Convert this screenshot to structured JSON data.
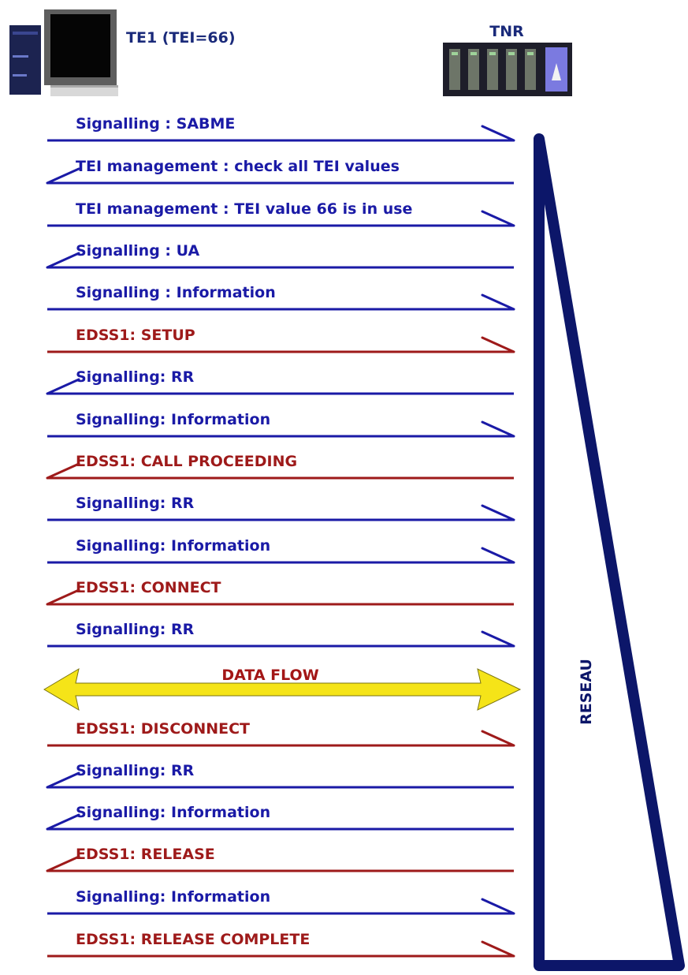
{
  "terminal": {
    "label": "TE1 (TEI=66)",
    "icon": "computer-icon"
  },
  "network_device": {
    "label": "TNR",
    "icon": "network-rack-icon"
  },
  "network_label": "RESEAU",
  "data_flow_label": "DATA FLOW",
  "colors": {
    "signalling": "#1a1aa6",
    "edss1": "#9e1a1a",
    "network": "#0c1669",
    "data_flow": "#f5e418",
    "data_flow_text": "#a31616",
    "title": "#1a2a7a"
  },
  "messages": [
    {
      "label": "Signalling : SABME",
      "direction": "to-network",
      "kind": "signalling"
    },
    {
      "label": "TEI management : check all TEI values",
      "direction": "to-terminal",
      "kind": "signalling"
    },
    {
      "label": "TEI management : TEI value 66 is in use",
      "direction": "to-network",
      "kind": "signalling"
    },
    {
      "label": "Signalling : UA",
      "direction": "to-terminal",
      "kind": "signalling"
    },
    {
      "label": "Signalling : Information",
      "direction": "to-network",
      "kind": "signalling"
    },
    {
      "label": "EDSS1: SETUP",
      "direction": "to-network",
      "kind": "edss1"
    },
    {
      "label": "Signalling: RR",
      "direction": "to-terminal",
      "kind": "signalling"
    },
    {
      "label": "Signalling: Information",
      "direction": "to-network",
      "kind": "signalling"
    },
    {
      "label": "EDSS1: CALL PROCEEDING",
      "direction": "to-terminal",
      "kind": "edss1"
    },
    {
      "label": "Signalling: RR",
      "direction": "to-network",
      "kind": "signalling"
    },
    {
      "label": "Signalling: Information",
      "direction": "to-network",
      "kind": "signalling"
    },
    {
      "label": "EDSS1: CONNECT",
      "direction": "to-terminal",
      "kind": "edss1"
    },
    {
      "label": "Signalling: RR",
      "direction": "to-network",
      "kind": "signalling"
    },
    {
      "label": "EDSS1: DISCONNECT",
      "direction": "to-network",
      "kind": "edss1"
    },
    {
      "label": "Signalling: RR",
      "direction": "to-terminal",
      "kind": "signalling"
    },
    {
      "label": "Signalling: Information",
      "direction": "to-terminal",
      "kind": "signalling"
    },
    {
      "label": "EDSS1: RELEASE",
      "direction": "to-terminal",
      "kind": "edss1"
    },
    {
      "label": "Signalling: Information",
      "direction": "to-network",
      "kind": "signalling"
    },
    {
      "label": "EDSS1: RELEASE COMPLETE",
      "direction": "to-network",
      "kind": "edss1"
    }
  ]
}
